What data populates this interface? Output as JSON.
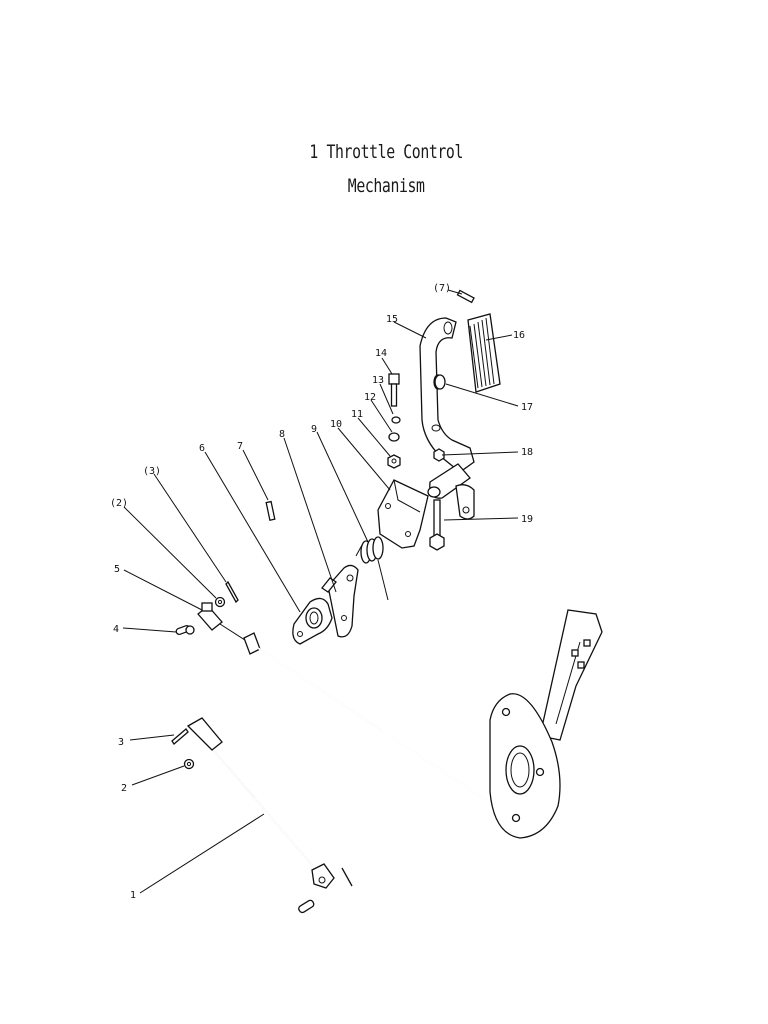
{
  "title": {
    "line1": "1 Throttle Control",
    "line2": "Mechanism"
  },
  "callouts": {
    "c1": "1",
    "c2": "2",
    "c3": "3",
    "c4": "4",
    "c5": "5",
    "c2p": "(2)",
    "c3p": "(3)",
    "c6": "6",
    "c7": "7",
    "c8": "8",
    "c9": "9",
    "c10": "10",
    "c11": "11",
    "c12": "12",
    "c13": "13",
    "c14": "14",
    "c15": "15",
    "c16": "16",
    "c17": "17",
    "c18": "18",
    "c19": "19",
    "c7p": "(7)"
  }
}
